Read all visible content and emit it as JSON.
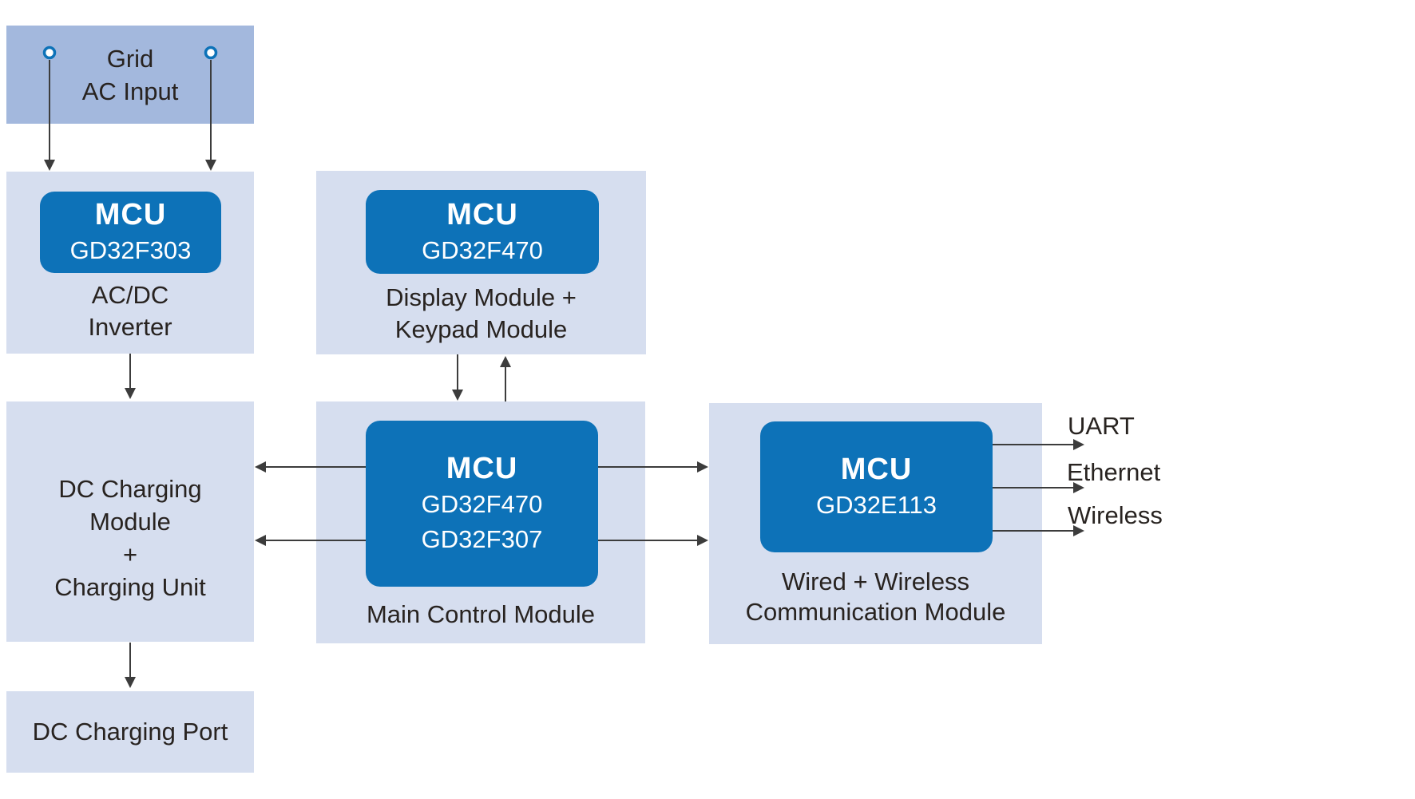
{
  "grid_box": {
    "line1": "Grid",
    "line2": "AC Input"
  },
  "acdc_box": {
    "mcu": "MCU",
    "part": "GD32F303",
    "label1": "AC/DC",
    "label2": "Inverter"
  },
  "display_box": {
    "mcu": "MCU",
    "part": "GD32F470",
    "label1": "Display Module +",
    "label2": "Keypad Module"
  },
  "dc_box": {
    "line1": "DC Charging",
    "line2": "Module",
    "line3": "+",
    "line4": "Charging Unit"
  },
  "main_box": {
    "mcu": "MCU",
    "part1": "GD32F470",
    "part2": "GD32F307",
    "label": "Main Control Module"
  },
  "comm_box": {
    "mcu": "MCU",
    "part": "GD32E113",
    "label1": "Wired + Wireless",
    "label2": "Communication Module"
  },
  "port_box": {
    "label": "DC Charging Port"
  },
  "outputs": {
    "uart": "UART",
    "ethernet": "Ethernet",
    "wireless": "Wireless"
  },
  "colors": {
    "panel_light_blue": "#d6deef",
    "grid_header_blue": "#a3b8dd",
    "mcu_chip_blue": "#0d72b8",
    "text_dark": "#282320",
    "connector_line": "#3c3c3c",
    "terminal_fill": "#ffffff"
  }
}
